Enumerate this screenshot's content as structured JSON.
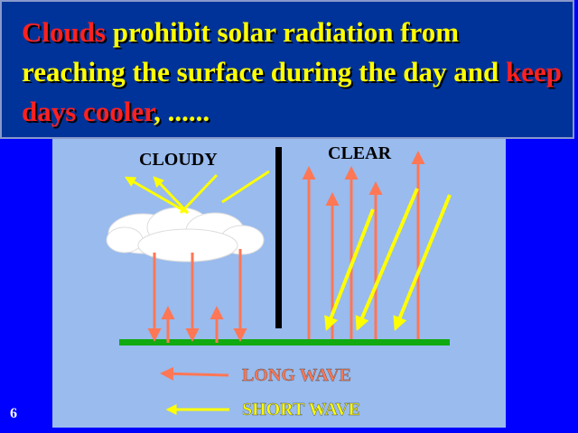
{
  "title": {
    "part1": "Clouds",
    "part2": " prohibit solar radiation from reaching the surface during the day and ",
    "part3": "keep days cooler",
    "part4": ", ......"
  },
  "diagram": {
    "label_cloudy": "CLOUDY",
    "label_clear": "CLEAR",
    "legend_long": "LONG WAVE",
    "legend_short": "SHORT WAVE",
    "colors": {
      "long_wave": "#ff7755",
      "short_wave": "#ffff00",
      "ground": "#11aa11",
      "divider": "#000000",
      "cloud": "#ffffff"
    }
  },
  "slide_number": "6"
}
